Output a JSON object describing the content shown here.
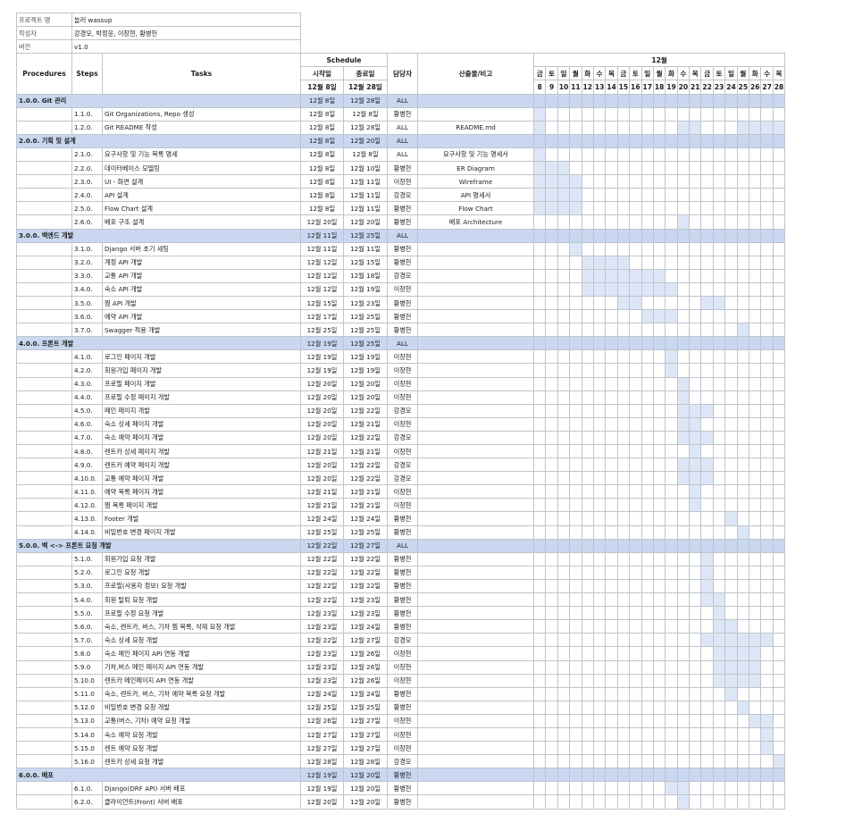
{
  "info": [
    {
      "label": "프로젝트 명",
      "value": "놀러 wassup"
    },
    {
      "label": "작성자",
      "value": "강경모, 박정윤, 이창현, 황병헌"
    },
    {
      "label": "버전",
      "value": "v1.0"
    }
  ],
  "headers": {
    "procedures": "Procedures",
    "steps": "Steps",
    "tasks": "Tasks",
    "schedule": "Schedule",
    "start": "시작일",
    "end": "종료일",
    "start_date": "12월 8일",
    "end_date": "12월 28일",
    "owner": "담당자",
    "output": "산출물/비고",
    "month": "12월"
  },
  "weekdays": [
    "금",
    "토",
    "일",
    "월",
    "화",
    "수",
    "목",
    "금",
    "토",
    "일",
    "월",
    "화",
    "수",
    "목",
    "금",
    "토",
    "일",
    "월",
    "화",
    "수",
    "목"
  ],
  "days": [
    "8",
    "9",
    "10",
    "11",
    "12",
    "13",
    "14",
    "15",
    "16",
    "17",
    "18",
    "19",
    "20",
    "21",
    "22",
    "23",
    "24",
    "25",
    "26",
    "27",
    "28"
  ],
  "rows": [
    {
      "type": "sec",
      "proc": "1.0.0. Git 관리",
      "start": "12월 8일",
      "end": "12월 28일",
      "owner": "ALL",
      "out": "",
      "bar": [
        8,
        28
      ]
    },
    {
      "type": "task",
      "step": "1.1.0.",
      "task": "Git Organizations, Repo 생성",
      "start": "12월 8일",
      "end": "12월 8일",
      "owner": "황병헌",
      "out": "",
      "bar": [
        8,
        8
      ]
    },
    {
      "type": "task",
      "step": "1.2.0.",
      "task": "Git README 작성",
      "start": "12월 8일",
      "end": "12월 28일",
      "owner": "ALL",
      "out": "README.md",
      "bar": [
        8,
        8,
        20,
        21,
        25,
        28
      ]
    },
    {
      "type": "sec",
      "proc": "2.0.0. 기획 및 설계",
      "start": "12월 8일",
      "end": "12월 20일",
      "owner": "ALL",
      "out": "",
      "bar": [
        8,
        11,
        20,
        20
      ]
    },
    {
      "type": "task",
      "step": "2.1.0.",
      "task": "요구사항 및 기능 목록 명세",
      "start": "12월 8일",
      "end": "12월 8일",
      "owner": "ALL",
      "out": "요구사항 및 기능 명세서",
      "bar": [
        8,
        8
      ]
    },
    {
      "type": "task",
      "step": "2.2.0.",
      "task": "데이터베이스 모델링",
      "start": "12월 8일",
      "end": "12월 10일",
      "owner": "황병헌",
      "out": "ER Diagram",
      "bar": [
        8,
        10
      ]
    },
    {
      "type": "task",
      "step": "2.3.0.",
      "task": "UI - 화면 설계",
      "start": "12월 8일",
      "end": "12월 11일",
      "owner": "이창현",
      "out": "Wireframe",
      "bar": [
        8,
        11
      ]
    },
    {
      "type": "task",
      "step": "2.4.0.",
      "task": "API 설계",
      "start": "12월 8일",
      "end": "12월 11일",
      "owner": "강경모",
      "out": "API 명세서",
      "bar": [
        8,
        11
      ]
    },
    {
      "type": "task",
      "step": "2.5.0.",
      "task": "Flow Chart 설계",
      "start": "12월 8일",
      "end": "12월 11일",
      "owner": "황병헌",
      "out": "Flow Chart",
      "bar": [
        8,
        11
      ]
    },
    {
      "type": "task",
      "step": "2.6.0.",
      "task": "배포 구조 설계",
      "start": "12월 20일",
      "end": "12월 20일",
      "owner": "황병헌",
      "out": "배포 Architecture",
      "bar": [
        20,
        20
      ]
    },
    {
      "type": "sec",
      "proc": "3.0.0. 백엔드 개발",
      "start": "12월 11일",
      "end": "12월 25일",
      "owner": "ALL",
      "out": "",
      "bar": [
        11,
        25
      ]
    },
    {
      "type": "task",
      "step": "3.1.0.",
      "task": "Django 서버 초기 세팅",
      "start": "12월 11일",
      "end": "12월 11일",
      "owner": "황병헌",
      "out": "",
      "bar": [
        11,
        11
      ]
    },
    {
      "type": "task",
      "step": "3.2.0.",
      "task": "계정 API 개발",
      "start": "12월 12일",
      "end": "12월 15일",
      "owner": "황병헌",
      "out": "",
      "bar": [
        12,
        15
      ]
    },
    {
      "type": "task",
      "step": "3.3.0.",
      "task": "교통 API 개발",
      "start": "12월 12일",
      "end": "12월 18일",
      "owner": "강경모",
      "out": "",
      "bar": [
        12,
        18
      ]
    },
    {
      "type": "task",
      "step": "3.4.0.",
      "task": "숙소 API 개발",
      "start": "12월 12일",
      "end": "12월 19일",
      "owner": "이창현",
      "out": "",
      "bar": [
        12,
        19
      ]
    },
    {
      "type": "task",
      "step": "3.5.0.",
      "task": "찜 API 개발",
      "start": "12월 15일",
      "end": "12월 23일",
      "owner": "황병헌",
      "out": "",
      "bar": [
        15,
        16,
        22,
        23
      ]
    },
    {
      "type": "task",
      "step": "3.6.0.",
      "task": "예약 API 개발",
      "start": "12월 17일",
      "end": "12월 25일",
      "owner": "황병헌",
      "out": "",
      "bar": [
        17,
        19
      ]
    },
    {
      "type": "task",
      "step": "3.7.0.",
      "task": "Swagger 적용 개발",
      "start": "12월 25일",
      "end": "12월 25일",
      "owner": "황병헌",
      "out": "",
      "bar": [
        25,
        25
      ]
    },
    {
      "type": "sec",
      "proc": "4.0.0. 프론트 개발",
      "start": "12월 19일",
      "end": "12월 25일",
      "owner": "ALL",
      "out": "",
      "bar": [
        19,
        25
      ]
    },
    {
      "type": "task",
      "step": "4.1.0.",
      "task": "로그인 페이지 개발",
      "start": "12월 19일",
      "end": "12월 19일",
      "owner": "이창현",
      "out": "",
      "bar": [
        19,
        19
      ]
    },
    {
      "type": "task",
      "step": "4.2.0.",
      "task": "회원가입 페이지 개발",
      "start": "12월 19일",
      "end": "12월 19일",
      "owner": "이창현",
      "out": "",
      "bar": [
        19,
        19
      ]
    },
    {
      "type": "task",
      "step": "4.3.0.",
      "task": "프로필 페이지 개발",
      "start": "12월 20일",
      "end": "12월 20일",
      "owner": "이창현",
      "out": "",
      "bar": [
        20,
        20
      ]
    },
    {
      "type": "task",
      "step": "4.4.0.",
      "task": "프로필 수정 페이지 개발",
      "start": "12월 20일",
      "end": "12월 20일",
      "owner": "이창현",
      "out": "",
      "bar": [
        20,
        20
      ]
    },
    {
      "type": "task",
      "step": "4.5.0.",
      "task": "메인 페이지 개발",
      "start": "12월 20일",
      "end": "12월 22일",
      "owner": "강경모",
      "out": "",
      "bar": [
        20,
        22
      ]
    },
    {
      "type": "task",
      "step": "4.6.0.",
      "task": "숙소 상세 페이지 개발",
      "start": "12월 20일",
      "end": "12월 21일",
      "owner": "이창현",
      "out": "",
      "bar": [
        20,
        21
      ]
    },
    {
      "type": "task",
      "step": "4.7.0.",
      "task": "숙소 예약 페이지 개발",
      "start": "12월 20일",
      "end": "12월 22일",
      "owner": "강경모",
      "out": "",
      "bar": [
        20,
        22
      ]
    },
    {
      "type": "task",
      "step": "4.8.0.",
      "task": "렌트카 상세 페이지 개발",
      "start": "12월 21일",
      "end": "12월 21일",
      "owner": "이창현",
      "out": "",
      "bar": [
        21,
        21
      ]
    },
    {
      "type": "task",
      "step": "4.9.0.",
      "task": "렌트카 예약 페이지 개발",
      "start": "12월 20일",
      "end": "12월 22일",
      "owner": "강경모",
      "out": "",
      "bar": [
        20,
        22
      ]
    },
    {
      "type": "task",
      "step": "4.10.0.",
      "task": "교통 예약 페이지 개발",
      "start": "12월 20일",
      "end": "12월 22일",
      "owner": "강경모",
      "out": "",
      "bar": [
        20,
        22
      ]
    },
    {
      "type": "task",
      "step": "4.11.0.",
      "task": "예약 목록 페이지 개발",
      "start": "12월 21일",
      "end": "12월 21일",
      "owner": "이창현",
      "out": "",
      "bar": [
        21,
        21
      ]
    },
    {
      "type": "task",
      "step": "4.12.0.",
      "task": "찜 목록 페이지 개발",
      "start": "12월 21일",
      "end": "12월 21일",
      "owner": "이창현",
      "out": "",
      "bar": [
        21,
        21
      ]
    },
    {
      "type": "task",
      "step": "4.13.0.",
      "task": "Footer 개발",
      "start": "12월 24일",
      "end": "12월 24일",
      "owner": "황병헌",
      "out": "",
      "bar": [
        24,
        24
      ]
    },
    {
      "type": "task",
      "step": "4.14.0.",
      "task": "비밀번호 변경 페이지 개발",
      "start": "12월 25일",
      "end": "12월 25일",
      "owner": "황병헌",
      "out": "",
      "bar": [
        25,
        25
      ]
    },
    {
      "type": "sec",
      "proc": "5.0.0. 백 <-> 프론트 요청 개발",
      "start": "12월 22일",
      "end": "12월 27일",
      "owner": "ALL",
      "out": "",
      "bar": [
        22,
        27
      ]
    },
    {
      "type": "task",
      "step": "5.1.0.",
      "task": "회원가입 요청 개발",
      "start": "12월 22일",
      "end": "12월 22일",
      "owner": "황병헌",
      "out": "",
      "bar": [
        22,
        22
      ]
    },
    {
      "type": "task",
      "step": "5.2.0.",
      "task": "로그인 요청 개발",
      "start": "12월 22일",
      "end": "12월 22일",
      "owner": "황병헌",
      "out": "",
      "bar": [
        22,
        22
      ]
    },
    {
      "type": "task",
      "step": "5.3.0.",
      "task": "프로필(사용자 정보) 요청 개발",
      "start": "12월 22일",
      "end": "12월 22일",
      "owner": "황병헌",
      "out": "",
      "bar": [
        22,
        22
      ]
    },
    {
      "type": "task",
      "step": "5.4.0.",
      "task": "회원 탈퇴 요청 개발",
      "start": "12월 22일",
      "end": "12월 23일",
      "owner": "황병헌",
      "out": "",
      "bar": [
        22,
        23
      ]
    },
    {
      "type": "task",
      "step": "5.5.0.",
      "task": "프로필 수정 요청 개발",
      "start": "12월 23일",
      "end": "12월 23일",
      "owner": "황병헌",
      "out": "",
      "bar": [
        23,
        23
      ]
    },
    {
      "type": "task",
      "step": "5.6.0.",
      "task": "숙소, 렌트카, 버스, 기차 찜 목록, 삭제 요청 개발",
      "start": "12월 23일",
      "end": "12월 24일",
      "owner": "황병헌",
      "out": "",
      "bar": [
        23,
        24
      ]
    },
    {
      "type": "task",
      "step": "5.7.0.",
      "task": "숙소 상세 요청 개발",
      "start": "12월 22일",
      "end": "12월 27일",
      "owner": "강경모",
      "out": "",
      "bar": [
        22,
        27
      ]
    },
    {
      "type": "task",
      "step": "5.8.0",
      "task": "숙소 메인 페이지 API 연동 개발",
      "start": "12월 23일",
      "end": "12월 26일",
      "owner": "이창현",
      "out": "",
      "bar": [
        23,
        26
      ]
    },
    {
      "type": "task",
      "step": "5.9.0",
      "task": "기차,버스 메인 페이지 API 연동 개발",
      "start": "12월 23일",
      "end": "12월 26일",
      "owner": "이창현",
      "out": "",
      "bar": [
        23,
        26
      ]
    },
    {
      "type": "task",
      "step": "5.10.0",
      "task": "렌트카 메인페이지 API 연동 개발",
      "start": "12월 23일",
      "end": "12월 26일",
      "owner": "이창현",
      "out": "",
      "bar": [
        23,
        26
      ]
    },
    {
      "type": "task",
      "step": "5.11.0",
      "task": "숙소, 렌트카, 버스, 기차 예약 목록 요청 개발",
      "start": "12월 24일",
      "end": "12월 24일",
      "owner": "황병헌",
      "out": "",
      "bar": [
        24,
        24
      ]
    },
    {
      "type": "task",
      "step": "5.12.0",
      "task": "비밀번호 변경 요청 개발",
      "start": "12월 25일",
      "end": "12월 25일",
      "owner": "황병헌",
      "out": "",
      "bar": [
        25,
        25
      ]
    },
    {
      "type": "task",
      "step": "5.13.0",
      "task": "교통(버스, 기차) 예약 요청 개발",
      "start": "12월 26일",
      "end": "12월 27일",
      "owner": "이창현",
      "out": "",
      "bar": [
        26,
        27
      ]
    },
    {
      "type": "task",
      "step": "5.14.0",
      "task": "숙소 예약 요청 개발",
      "start": "12월 27일",
      "end": "12월 27일",
      "owner": "이창현",
      "out": "",
      "bar": [
        27,
        27
      ]
    },
    {
      "type": "task",
      "step": "5.15.0",
      "task": "렌트 예약 요청 개발",
      "start": "12월 27일",
      "end": "12월 27일",
      "owner": "이창현",
      "out": "",
      "bar": [
        27,
        27
      ]
    },
    {
      "type": "task",
      "step": "5.16.0",
      "task": "렌트카 상세 요청 개발",
      "start": "12월 28일",
      "end": "12월 28일",
      "owner": "강경모",
      "out": "",
      "bar": [
        28,
        28
      ]
    },
    {
      "type": "sec",
      "proc": "6.0.0. 배포",
      "start": "12월 19일",
      "end": "12월 20일",
      "owner": "황병헌",
      "out": "",
      "bar": [
        19,
        20
      ]
    },
    {
      "type": "task",
      "step": "6.1.0.",
      "task": "Django(DRF API) 서버 배포",
      "start": "12월 19일",
      "end": "12월 20일",
      "owner": "황병헌",
      "out": "",
      "bar": [
        19,
        20
      ]
    },
    {
      "type": "task",
      "step": "6.2.0.",
      "task": "클라이언트(Front) 서버 배포",
      "start": "12월 20일",
      "end": "12월 20일",
      "owner": "황병헌",
      "out": "",
      "bar": [
        20,
        20
      ]
    }
  ]
}
